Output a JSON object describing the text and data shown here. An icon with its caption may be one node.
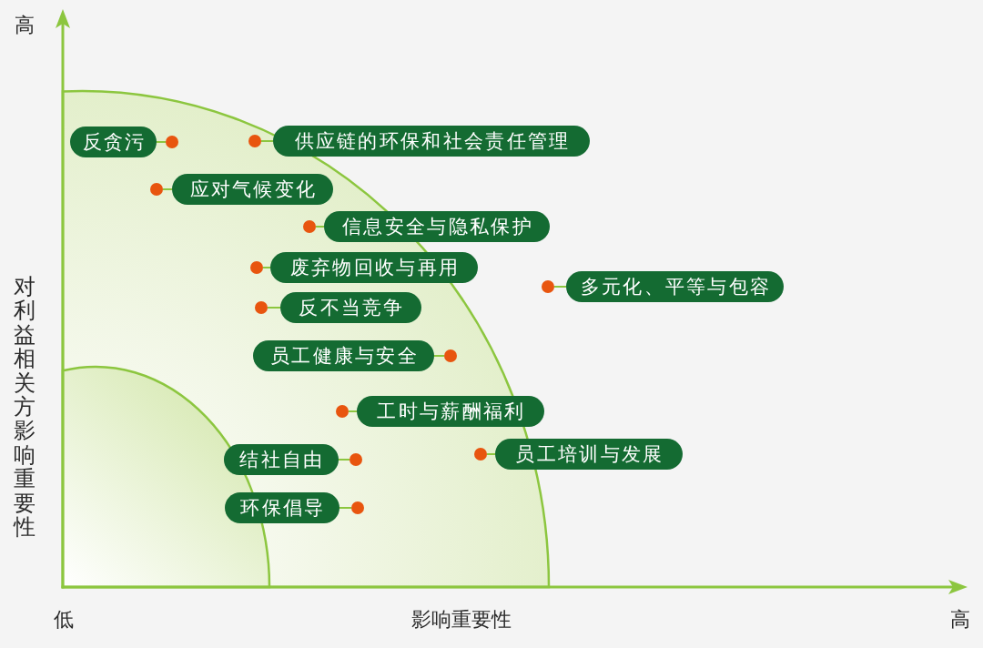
{
  "diagram": {
    "nodes": [
      {
        "text": [
          "反贪污"
        ]
      },
      {
        "text": [
          "供应链的环保和社会责任管理"
        ]
      },
      {
        "text": [
          "应对气候变化"
        ]
      },
      {
        "text": [
          "信息安全与隐私保护"
        ]
      },
      {
        "text": [
          "废弃物回收与再用"
        ]
      },
      {
        "text": [
          "多元化、平等与包容"
        ]
      },
      {
        "text": [
          "反不当竞争"
        ]
      },
      {
        "text": [
          "员工健康与安全"
        ]
      },
      {
        "text": [
          "工时与薪酬福利"
        ]
      },
      {
        "text": [
          "结社自由"
        ]
      },
      {
        "text": [
          "员工培训与发展"
        ]
      },
      {
        "text": [
          "环保倡导"
        ]
      },
      {
        "text": [],
        "shape": "circle"
      },
      {
        "text": [],
        "shape": "circle"
      },
      {
        "text": [],
        "shape": "circle"
      },
      {
        "text": [],
        "shape": "circle"
      },
      {
        "text": [],
        "shape": "circle"
      },
      {
        "text": [],
        "shape": "circle"
      },
      {
        "text": [],
        "shape": "circle"
      },
      {
        "text": [],
        "shape": "circle"
      },
      {
        "text": [],
        "shape": "circle"
      },
      {
        "text": [],
        "shape": "circle"
      },
      {
        "text": [],
        "shape": "circle"
      },
      {
        "text": [],
        "shape": "circle"
      }
    ],
    "edges": [
      {
        "from": 0,
        "to": 12,
        "arrow": "none"
      },
      {
        "from": 1,
        "to": 13,
        "arrow": "none"
      },
      {
        "from": 2,
        "to": 14,
        "arrow": "none"
      },
      {
        "from": 3,
        "to": 15,
        "arrow": "none"
      },
      {
        "from": 4,
        "to": 16,
        "arrow": "none"
      },
      {
        "from": 5,
        "to": 17,
        "arrow": "none"
      },
      {
        "from": 6,
        "to": 18,
        "arrow": "none"
      },
      {
        "from": 7,
        "to": 19,
        "arrow": "none"
      },
      {
        "from": 8,
        "to": 20,
        "arrow": "none"
      },
      {
        "from": 9,
        "to": 21,
        "arrow": "none"
      },
      {
        "from": 10,
        "to": 22,
        "arrow": "none"
      },
      {
        "from": 11,
        "to": 23,
        "arrow": "none"
      }
    ],
    "labels": [
      "高",
      "对利益相关方影响重要性",
      "低",
      "影响重要性",
      "高"
    ]
  }
}
